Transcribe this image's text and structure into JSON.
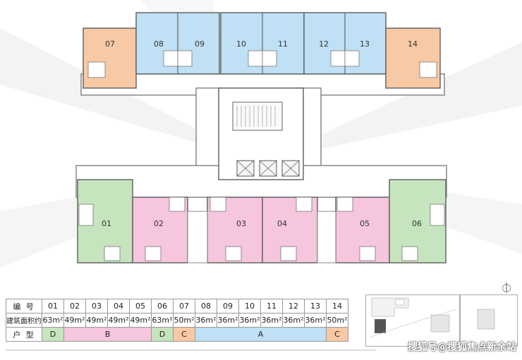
{
  "plan": {
    "units": [
      {
        "num": "07",
        "type": "C"
      },
      {
        "num": "08",
        "type": "A"
      },
      {
        "num": "09",
        "type": "A"
      },
      {
        "num": "10",
        "type": "A"
      },
      {
        "num": "11",
        "type": "A"
      },
      {
        "num": "12",
        "type": "A"
      },
      {
        "num": "13",
        "type": "A"
      },
      {
        "num": "14",
        "type": "C"
      },
      {
        "num": "01",
        "type": "D"
      },
      {
        "num": "02",
        "type": "B"
      },
      {
        "num": "03",
        "type": "B"
      },
      {
        "num": "04",
        "type": "B"
      },
      {
        "num": "05",
        "type": "B"
      },
      {
        "num": "06",
        "type": "D"
      }
    ]
  },
  "legend_colors": {
    "A": "#bfe0f5",
    "B": "#f5c6de",
    "C": "#f7c9a4",
    "D": "#c6e4be"
  },
  "table": {
    "row_labels": {
      "number": "编 号",
      "area": "建筑面积约",
      "type": "户 型"
    },
    "numbers": [
      "01",
      "02",
      "03",
      "04",
      "05",
      "06",
      "07",
      "08",
      "09",
      "10",
      "11",
      "12",
      "13",
      "14"
    ],
    "areas": [
      "63m²",
      "49m²",
      "49m²",
      "49m²",
      "49m²",
      "63m²",
      "50m²",
      "36m²",
      "36m²",
      "36m²",
      "36m²",
      "36m²",
      "36m²",
      "50m²"
    ],
    "types": [
      {
        "label": "D",
        "span": 1,
        "class": "t-d"
      },
      {
        "label": "B",
        "span": 4,
        "class": "t-b"
      },
      {
        "label": "D",
        "span": 1,
        "class": "t-d"
      },
      {
        "label": "C",
        "span": 1,
        "class": "t-c"
      },
      {
        "label": "A",
        "span": 6,
        "class": "t-a"
      },
      {
        "label": "C",
        "span": 1,
        "class": "t-c"
      }
    ]
  },
  "watermark": "搜狐号@搜狐焦点新余站"
}
